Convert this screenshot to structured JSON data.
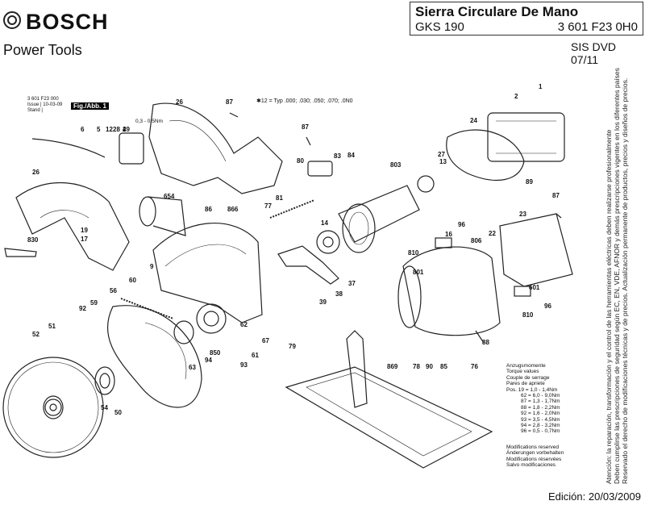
{
  "header": {
    "brand": "BOSCH",
    "division": "Power Tools",
    "title": "Sierra Circulare De Mano",
    "model": "GKS 190",
    "part_number": "3 601 F23 0H0",
    "sis": "SIS DVD 07/11"
  },
  "footer": {
    "edition": "Edición: 20/03/2009"
  },
  "id_block": {
    "number": "3 601 F23 000",
    "issue": "Issue | 10-03-09",
    "stand": "Stand |",
    "fig": "Fig./Abb. 1"
  },
  "typ_note": "✱12 = Typ .000; .030; .050; .070; .0N0",
  "torque_small": "0,3 - 0,5Nm",
  "torque_table": [
    "Anzugsmomente",
    "Torque values",
    "Couple de serrage",
    "Pares de apriete",
    "Pos. 19 = 1,0 - 1,4Nm",
    "62 = 6,0 - 9,0Nm",
    "87 = 1,3 - 1,7Nm",
    "88 = 1,8 - 2,2Nm",
    "92 = 1,6 - 2,0Nm",
    "93 = 3,5 - 4,5Nm",
    "94 = 2,8 - 3,2Nm",
    "96 = 0,5 - 0,7Nm"
  ],
  "modifications": [
    "Modifications reserved",
    "Änderungen vorbehalten",
    "Modifications réservées",
    "Salvo modificaciones"
  ],
  "side_text": [
    "Atención: la reparación, transformación y el control de las herramientas eléctricas deben realizarse profesionalmente",
    "Deben cumplirse las prescripciones de seguridad según EC, EN, VDE, AFNOR y demás prescripciones vigentes en los diferentes países",
    "Reservado el derecho de modificaciones técnicas y de precios. Actualización permanente de productos, precios y diseños de precios."
  ],
  "part_labels": [
    "1",
    "2",
    "4",
    "5",
    "6",
    "9",
    "12",
    "13",
    "14",
    "16",
    "17",
    "19",
    "22",
    "23",
    "24",
    "26",
    "26",
    "27",
    "28",
    "29",
    "37",
    "38",
    "39",
    "50",
    "51",
    "52",
    "54",
    "56",
    "59",
    "60",
    "61",
    "62",
    "63",
    "67",
    "76",
    "77",
    "78",
    "79",
    "80",
    "81",
    "83",
    "84",
    "85",
    "86",
    "87",
    "87",
    "87",
    "88",
    "89",
    "90",
    "92",
    "93",
    "94",
    "96",
    "96",
    "601",
    "654",
    "801",
    "803",
    "806",
    "810",
    "810",
    "830",
    "850",
    "866",
    "869"
  ]
}
